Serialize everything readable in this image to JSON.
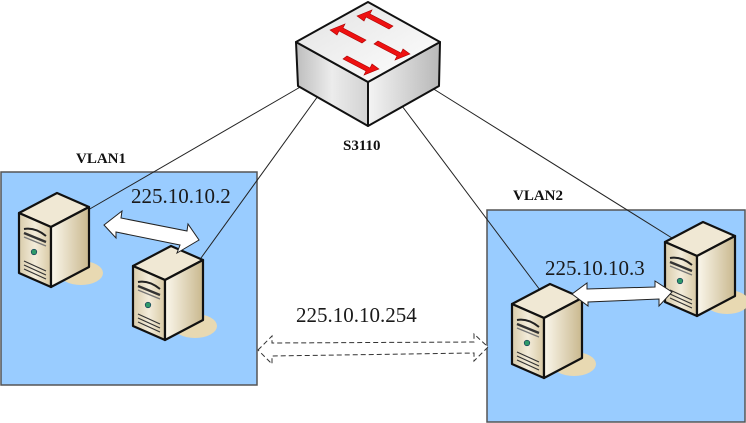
{
  "diagram": {
    "switch": {
      "label": "S3110",
      "icon": "network-switch-icon"
    },
    "vlans": [
      {
        "label": "VLAN1",
        "fill": "#99ccff",
        "multicast_address": "225.10.10.2",
        "hosts": [
          "server",
          "server"
        ]
      },
      {
        "label": "VLAN2",
        "fill": "#99ccff",
        "multicast_address": "225.10.10.3",
        "hosts": [
          "server",
          "server"
        ]
      }
    ],
    "inter_vlan": {
      "label": "225.10.10.254",
      "style": "dashed-double-arrow"
    },
    "colors": {
      "arrow_red": "#ee1111",
      "box_border": "#555555",
      "server_body": "#efe6d2",
      "server_shadow": "#e8d9b2"
    }
  }
}
